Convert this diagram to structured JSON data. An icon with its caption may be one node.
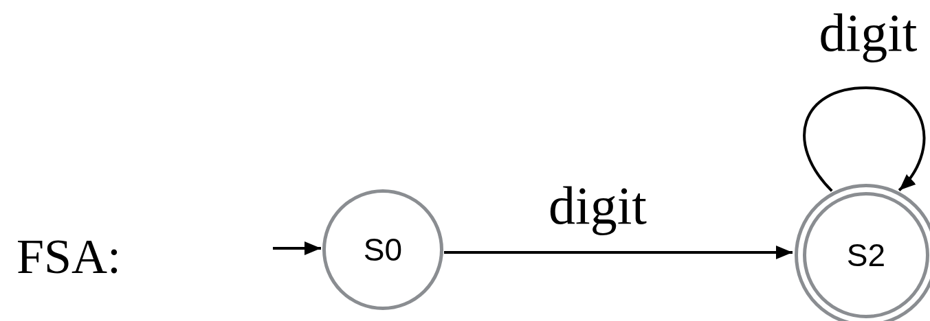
{
  "diagram": {
    "nodes": [
      {
        "text": [
          "S0"
        ]
      },
      {
        "text": [
          "S2"
        ]
      }
    ],
    "edges": [
      {
        "from": null,
        "to": 0,
        "arrow": "to"
      },
      {
        "from": 0,
        "to": 1,
        "arrow": "to",
        "label": "digit"
      },
      {
        "from": 1,
        "to": 1,
        "arrow": "to",
        "label": "digit"
      }
    ],
    "labels": [
      "FSA:"
    ]
  }
}
